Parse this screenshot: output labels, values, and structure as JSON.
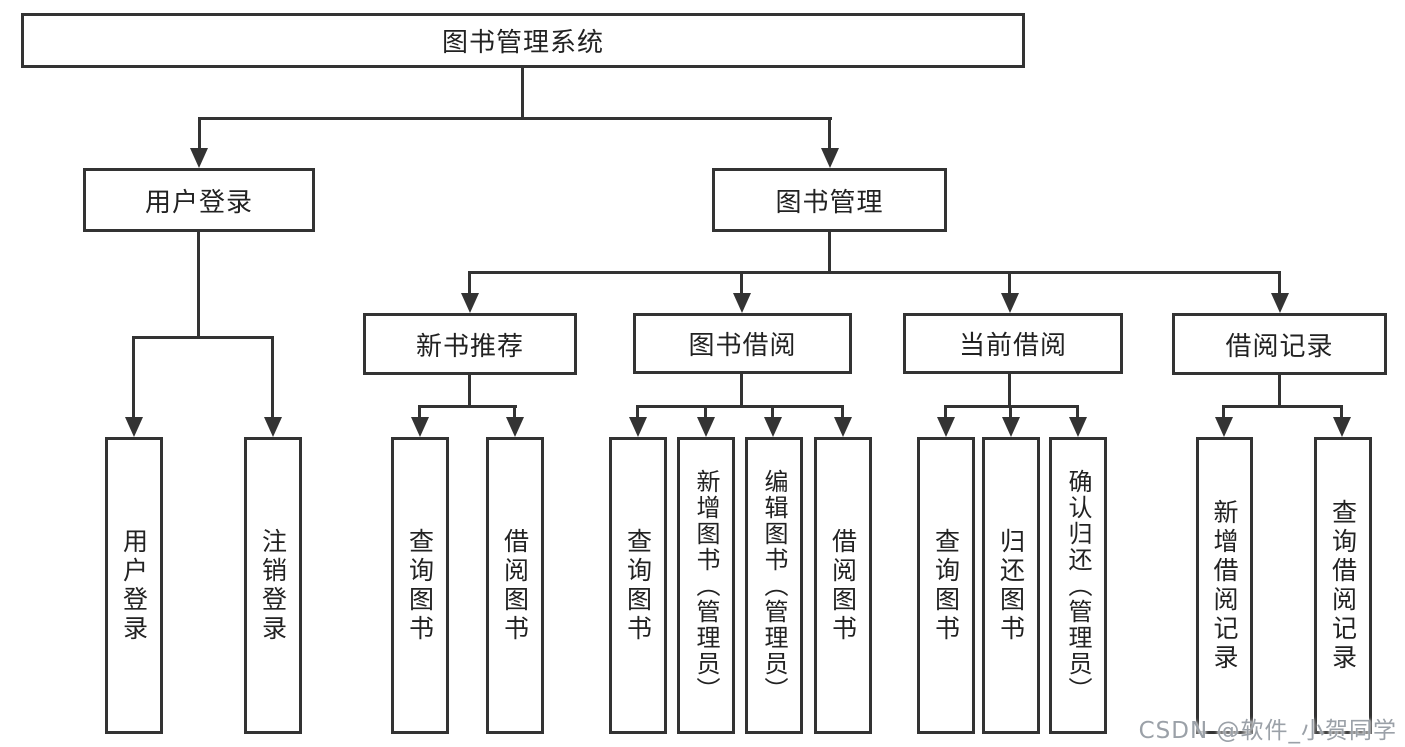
{
  "nodes": {
    "root": "图书管理系统",
    "level2": {
      "user_login": "用户登录",
      "book_management": "图书管理"
    },
    "level3": {
      "new_book_recommend": "新书推荐",
      "book_borrow": "图书借阅",
      "current_borrow": "当前借阅",
      "borrow_records": "借阅记录"
    },
    "leaves": {
      "user_login": "用户登录",
      "logout": "注销登录",
      "rec_query_books": "查询图书",
      "rec_borrow_books": "借阅图书",
      "bb_query_books": "查询图书",
      "bb_add_books": "新增图书（管理员）",
      "bb_edit_books": "编辑图书（管理员）",
      "bb_borrow_books": "借阅图书",
      "cb_query_books": "查询图书",
      "cb_return_books": "归还图书",
      "cb_confirm_return": "确认归还（管理员）",
      "br_add_record": "新增借阅记录",
      "br_query_record": "查询借阅记录"
    }
  },
  "watermark": "CSDN @软件_小贺同学",
  "colors": {
    "line": "#333333",
    "background": "#ffffff",
    "watermark_text": "#9ba1a8"
  }
}
